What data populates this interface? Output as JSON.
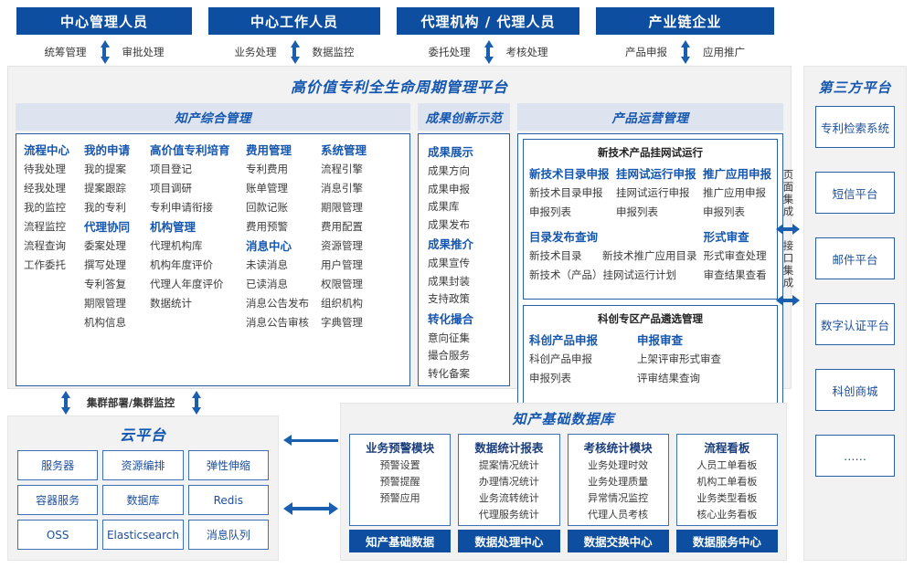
{
  "roles": [
    {
      "title": "中心管理人员",
      "left": "统筹管理",
      "right": "审批处理"
    },
    {
      "title": "中心工作人员",
      "left": "业务处理",
      "right": "数据监控"
    },
    {
      "title": "代理机构 / 代理人员",
      "left": "委托处理",
      "right": "考核处理"
    },
    {
      "title": "产业链企业",
      "left": "产品申报",
      "right": "应用推广"
    }
  ],
  "platform": {
    "title": "高价值专利全生命周期管理平台",
    "sections": {
      "zcm": {
        "title": "知产综合管理",
        "columns": [
          {
            "groups": [
              {
                "header": "流程中心",
                "items": [
                  "待我处理",
                  "经我处理",
                  "我的监控",
                  "流程监控",
                  "流程查询",
                  "工作委托"
                ]
              }
            ]
          },
          {
            "groups": [
              {
                "header": "我的申请",
                "items": [
                  "我的提案",
                  "提案跟踪",
                  "我的专利"
                ]
              },
              {
                "header": "代理协同",
                "items": [
                  "委案处理",
                  "撰写处理",
                  "专利答复",
                  "期限管理",
                  "机构信息"
                ]
              }
            ]
          },
          {
            "groups": [
              {
                "header": "高价值专利培育",
                "items": [
                  "项目登记",
                  "项目调研",
                  "专利申请衔接"
                ]
              },
              {
                "header": "机构管理",
                "items": [
                  "代理机构库",
                  "机构年度评价",
                  "代理人年度评价",
                  "数据统计"
                ]
              }
            ]
          },
          {
            "groups": [
              {
                "header": "费用管理",
                "items": [
                  "专利费用",
                  "账单管理",
                  "回款记账",
                  "费用预警"
                ]
              },
              {
                "header": "消息中心",
                "items": [
                  "未读消息",
                  "已读消息",
                  "消息公告发布",
                  "消息公告审核"
                ]
              }
            ]
          },
          {
            "groups": [
              {
                "header": "系统管理",
                "items": [
                  "流程引擎",
                  "消息引擎",
                  "期限管理",
                  "费用配置",
                  "资源管理",
                  "用户管理",
                  "权限管理",
                  "组织机构",
                  "字典管理"
                ]
              }
            ]
          }
        ]
      },
      "cgc": {
        "title": "成果创新示范",
        "groups": [
          {
            "header": "成果展示",
            "items": [
              "成果方向",
              "成果申报",
              "成果库",
              "成果发布"
            ]
          },
          {
            "header": "成果推介",
            "items": [
              "成果宣传",
              "成果封装",
              "支持政策"
            ]
          },
          {
            "header": "转化撮合",
            "items": [
              "意向征集",
              "撮合服务",
              "转化备案"
            ]
          }
        ]
      },
      "cpy": {
        "title": "产品运营管理",
        "box1": {
          "title": "新技术产品挂网试运行",
          "cols": [
            {
              "header": "新技术目录申报",
              "items": [
                "新技术目录申报",
                "申报列表"
              ]
            },
            {
              "header": "挂网试运行申报",
              "items": [
                "挂网试运行申报",
                "申报列表"
              ]
            },
            {
              "header": "推广应用申报",
              "items": [
                "推广应用申报",
                "申报列表"
              ]
            }
          ],
          "row2": [
            {
              "header": "目录发布查询",
              "items_pairs": [
                [
                  "新技术目录",
                  "新技术推广应用目录"
                ],
                [
                  "新技术（产品）挂网试运行计划",
                  ""
                ]
              ]
            },
            {
              "header": "形式审查",
              "items": [
                "形式审查处理",
                "审查结果查看"
              ]
            }
          ]
        },
        "box2": {
          "title": "科创专区产品遴选管理",
          "cols": [
            {
              "header": "科创产品申报",
              "items": [
                "科创产品申报",
                "申报列表"
              ]
            },
            {
              "header": "申报审查",
              "items": [
                "上架评审形式审查",
                "评审结果查询"
              ]
            }
          ]
        }
      }
    }
  },
  "integration": {
    "page_label": "页面集成",
    "api_label": "接口集成"
  },
  "thirdparty": {
    "title": "第三方平台",
    "items": [
      "专利检索系统",
      "短信平台",
      "邮件平台",
      "数字认证平台",
      "科创商城",
      "……"
    ]
  },
  "cluster": {
    "label": "集群部署/集群监控"
  },
  "cloud": {
    "title": "云平台",
    "cells": [
      "服务器",
      "资源编排",
      "弹性伸缩",
      "容器服务",
      "数据库",
      "Redis",
      "OSS",
      "Elasticsearch",
      "消息队列"
    ]
  },
  "database": {
    "title": "知产基础数据库",
    "columns": [
      {
        "header": "业务预警模块",
        "items": [
          "预警设置",
          "预警提醒",
          "预警应用"
        ],
        "footer": "知产基础数据"
      },
      {
        "header": "数据统计报表",
        "items": [
          "提案情况统计",
          "办理情况统计",
          "业务流转统计",
          "代理服务统计"
        ],
        "footer": "数据处理中心"
      },
      {
        "header": "考核统计模块",
        "items": [
          "业务处理时效",
          "业务处理质量",
          "异常情况监控",
          "代理人员考核"
        ],
        "footer": "数据交换中心"
      },
      {
        "header": "流程看板",
        "items": [
          "人员工单看板",
          "机构工单看板",
          "业务类型看板",
          "核心业务看板"
        ],
        "footer": "数据服务中心"
      }
    ]
  },
  "colors": {
    "primary_dark": "#0d4ea0",
    "accent_blue": "#1557b0",
    "border_blue": "#2a5fa8",
    "section_head_bg": "#dde3ef",
    "panel_bg": "#f2f2f2"
  }
}
